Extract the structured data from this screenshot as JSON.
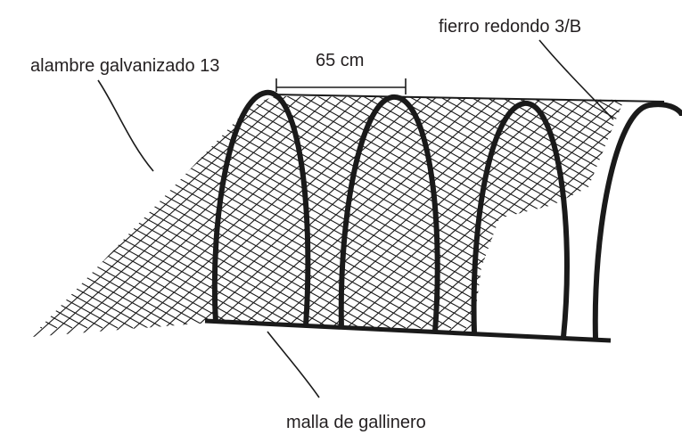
{
  "labels": {
    "wire": "alambre galvanizado 13",
    "spacing": "65 cm",
    "rod": "fierro redondo  3/B",
    "mesh": "malla de gallinero"
  },
  "colors": {
    "ink": "#1a1a1a",
    "background": "#ffffff"
  }
}
